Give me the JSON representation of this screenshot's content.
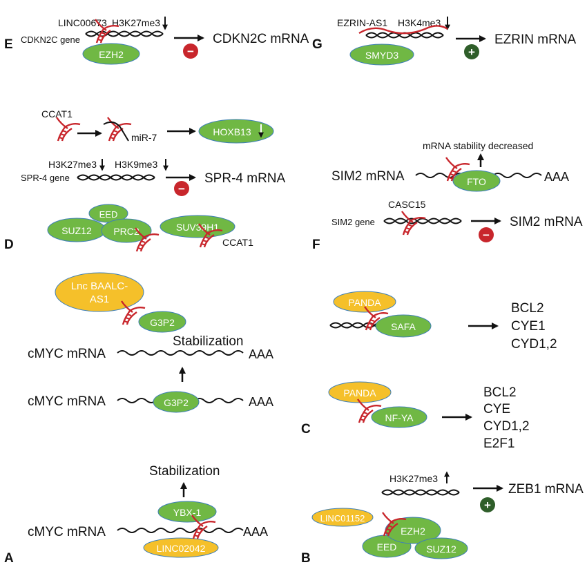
{
  "colors": {
    "protein_green": "#70b844",
    "protein_stroke": "#3e7fb8",
    "lnc_yellow": "#f5c02a",
    "rna_red": "#c8262c",
    "repress_red": "#c8262c",
    "activate_green": "#2f5e2a",
    "ink": "#111111"
  },
  "panels": {
    "A": {
      "letter": "A",
      "mrna_label": "cMYC mRNA",
      "lnc_label": "LINC02042",
      "protein_label": "YBX-1",
      "polya": "AAA",
      "effect": "Stabilization"
    },
    "A2": {
      "mrna_label_bottom": "cMYC mRNA",
      "mrna_label_top": "cMYC mRNA",
      "protein_label_bottom": "G3P2",
      "protein_label_top": "G3P2",
      "lnc_line1": "Lnc BAALC-",
      "lnc_line2": "AS1",
      "polya_bottom": "AAA",
      "polya_top": "AAA",
      "effect": "Stabilization"
    },
    "B": {
      "letter": "B",
      "lnc_label": "LINC01152",
      "proteins": [
        "EED",
        "EZH2",
        "SUZ12"
      ],
      "mark": "H3K27me3",
      "product": "ZEB1 mRNA",
      "sign": "+"
    },
    "C": {
      "letter": "C",
      "lnc_label": "PANDA",
      "protein_label": "NF-YA",
      "targets": [
        "BCL2",
        "CYE",
        "CYD1,2",
        "E2F1"
      ]
    },
    "C2": {
      "lnc_label": "PANDA",
      "protein_label": "SAFA",
      "targets": [
        "BCL2",
        "CYE1",
        "CYD1,2"
      ]
    },
    "D": {
      "letter": "D",
      "complex": [
        "EED",
        "SUZ12",
        "PRC2"
      ],
      "protein2": "SUV39H1",
      "lnc_label": "CCAT1",
      "gene_label": "SPR-4 gene",
      "mark1": "H3K27me3",
      "mark2": "H3K9me3",
      "product": "SPR-4 mRNA",
      "sign": "−",
      "lnc_label2": "CCAT1",
      "mirna": "miR-7",
      "hox": "HOXB13"
    },
    "E": {
      "letter": "E",
      "gene_label": "CDKN2C gene",
      "lnc_label": "LINC00673",
      "mark": "H3K27me3",
      "protein": "EZH2",
      "product": "CDKN2C mRNA",
      "sign": "−"
    },
    "F": {
      "letter": "F",
      "gene_label": "SIM2 gene",
      "lnc_label": "CASC15",
      "product": "SIM2 mRNA",
      "sign": "−",
      "mrna_label": "SIM2 mRNA",
      "protein": "FTO",
      "polya": "AAA",
      "effect": "mRNA stability decreased"
    },
    "G": {
      "letter": "G",
      "lnc_label": "EZRIN-AS1",
      "mark": "H3K4me3",
      "protein": "SMYD3",
      "product": "EZRIN mRNA",
      "sign": "+"
    }
  }
}
